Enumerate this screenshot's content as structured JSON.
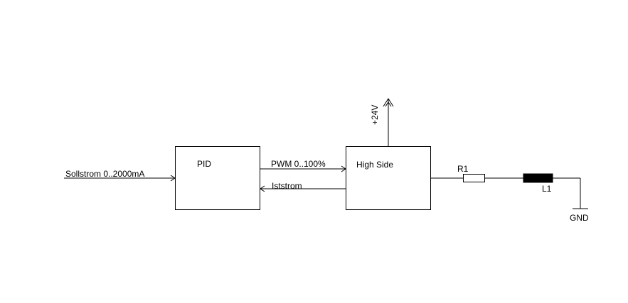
{
  "colors": {
    "line": "#000000",
    "background": "#ffffff",
    "inductor_fill": "#000000"
  },
  "blocks": {
    "pid": {
      "label": "PID"
    },
    "high_side": {
      "label": "High Side"
    }
  },
  "signals": {
    "input": "Sollstrom 0..2000mA",
    "pwm": "PWM 0..100%",
    "feedback": "Iststrom"
  },
  "components": {
    "supply": "+24V",
    "resistor": "R1",
    "inductor": "L1",
    "ground": "GND"
  }
}
